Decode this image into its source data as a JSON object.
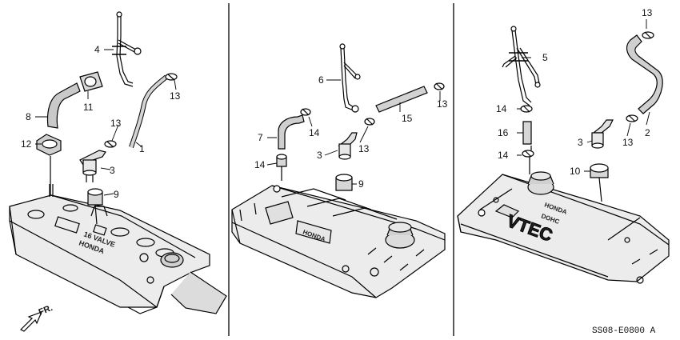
{
  "panels": [
    {
      "callouts": [
        "4",
        "8",
        "11",
        "12",
        "13",
        "13",
        "1",
        "3",
        "9"
      ],
      "cover_text": [
        "16 VALVE",
        "HONDA"
      ],
      "direction_label": "FR."
    },
    {
      "callouts": [
        "6",
        "7",
        "14",
        "14",
        "13",
        "15",
        "13",
        "3",
        "9"
      ],
      "cover_text": [
        "HONDA"
      ]
    },
    {
      "callouts": [
        "13",
        "5",
        "14",
        "16",
        "14",
        "10",
        "3",
        "13",
        "2"
      ],
      "cover_text": [
        "DOHC",
        "VTEC",
        "HONDA"
      ]
    }
  ],
  "diagram_code": "SS08-E0800 A"
}
